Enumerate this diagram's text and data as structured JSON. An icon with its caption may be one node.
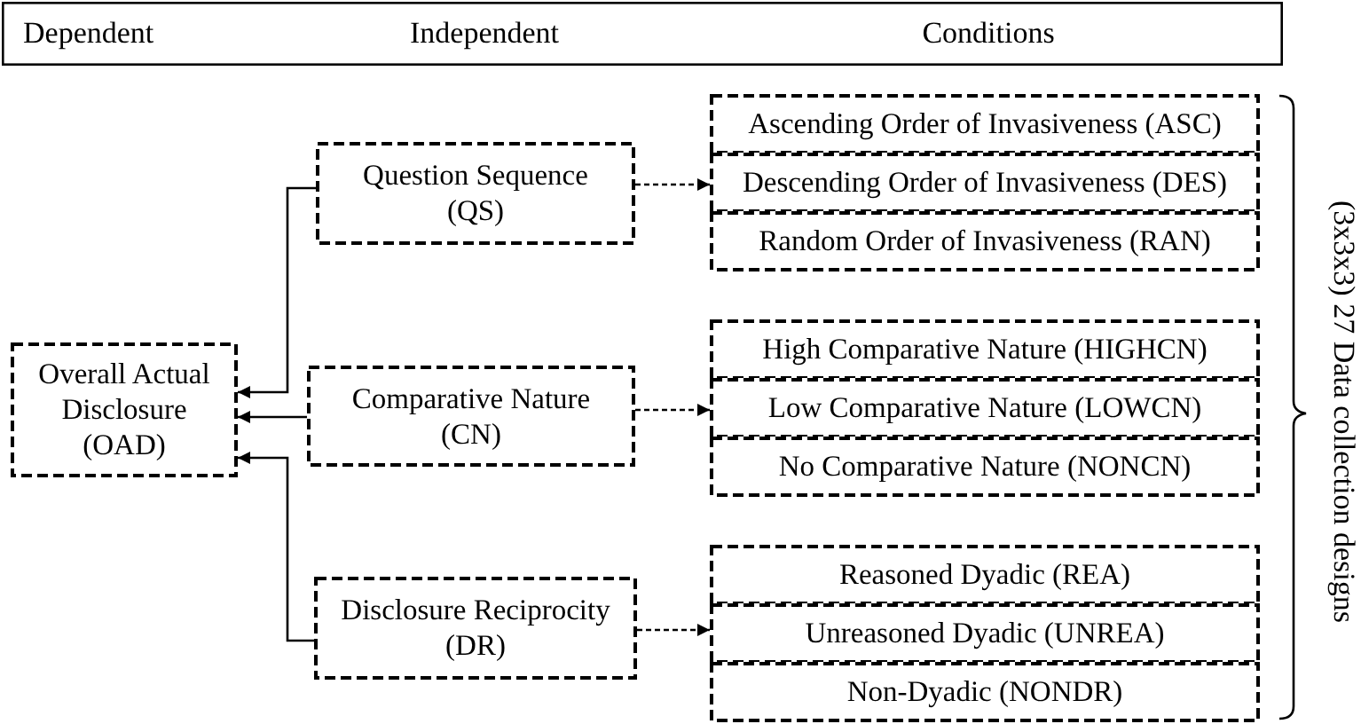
{
  "diagram": {
    "nodes": [
      {
        "text": [
          "Dependent",
          "Independent",
          "Conditions"
        ]
      },
      {
        "text": [
          "Overall Actual Disclosure (OAD)"
        ]
      },
      {
        "text": [
          "Question Sequence (QS)"
        ]
      },
      {
        "text": [
          "Comparative Nature (CN)"
        ]
      },
      {
        "text": [
          "Disclosure Reciprocity (DR)"
        ]
      },
      {
        "text": [
          "Ascending Order of Invasiveness (ASC)"
        ]
      },
      {
        "text": [
          "Descending Order of Invasiveness (DES)"
        ]
      },
      {
        "text": [
          "Random Order of Invasiveness (RAN)"
        ]
      },
      {
        "text": [
          "High Comparative Nature (HIGHCN)"
        ]
      },
      {
        "text": [
          "Low Comparative Nature (LOWCN)"
        ]
      },
      {
        "text": [
          "No Comparative Nature (NONCN)"
        ]
      },
      {
        "text": [
          "Reasoned Dyadic (REA)"
        ]
      },
      {
        "text": [
          "Unreasoned Dyadic (UNREA)"
        ]
      },
      {
        "text": [
          "Non-Dyadic (NONDR)"
        ]
      }
    ],
    "edges": [
      {
        "from": 2,
        "to": 1,
        "arrow": "to"
      },
      {
        "from": 3,
        "to": 1,
        "arrow": "to"
      },
      {
        "from": 4,
        "to": 1,
        "arrow": "to"
      },
      {
        "from": 2,
        "to": 6,
        "arrow": "to",
        "style": "dashed"
      },
      {
        "from": 3,
        "to": 9,
        "arrow": "to",
        "style": "dashed"
      },
      {
        "from": 4,
        "to": 12,
        "arrow": "to",
        "style": "dashed"
      }
    ],
    "labels": [
      "(3x3x3) 27 Data collection designs"
    ]
  }
}
